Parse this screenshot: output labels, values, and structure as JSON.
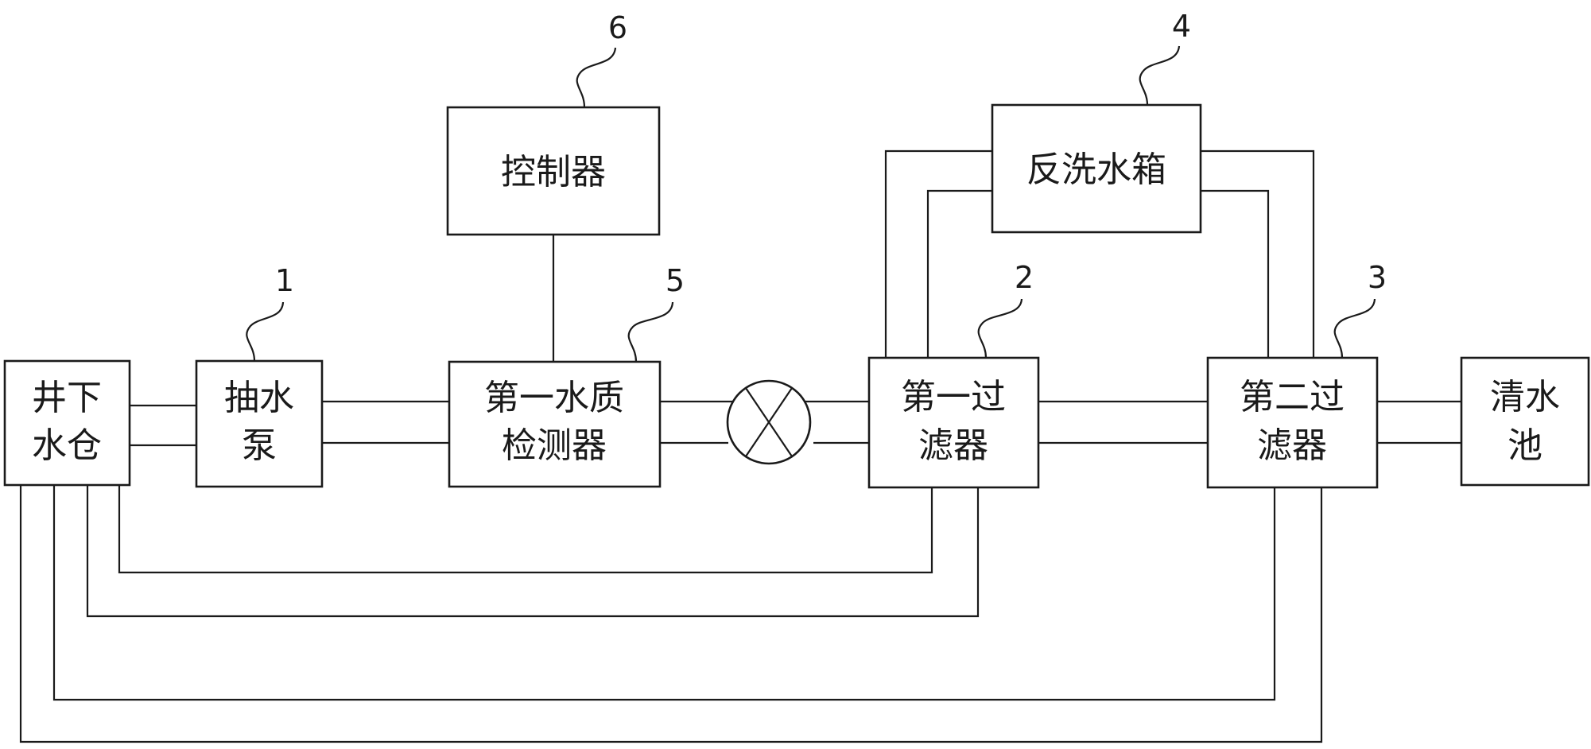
{
  "components": {
    "sump": {
      "lines": [
        "井下",
        "水仓"
      ]
    },
    "pump": {
      "lines": [
        "抽水",
        "泵"
      ],
      "ref": "1"
    },
    "detector": {
      "lines": [
        "第一水质",
        "检测器"
      ],
      "ref": "5"
    },
    "controller": {
      "lines": [
        "控制器"
      ],
      "ref": "6"
    },
    "filter1": {
      "lines": [
        "第一过",
        "滤器"
      ],
      "ref": "2"
    },
    "backwash": {
      "lines": [
        "反洗水箱"
      ],
      "ref": "4"
    },
    "filter2": {
      "lines": [
        "第二过",
        "滤器"
      ],
      "ref": "3"
    },
    "clearpool": {
      "lines": [
        "清水",
        "池"
      ]
    }
  }
}
